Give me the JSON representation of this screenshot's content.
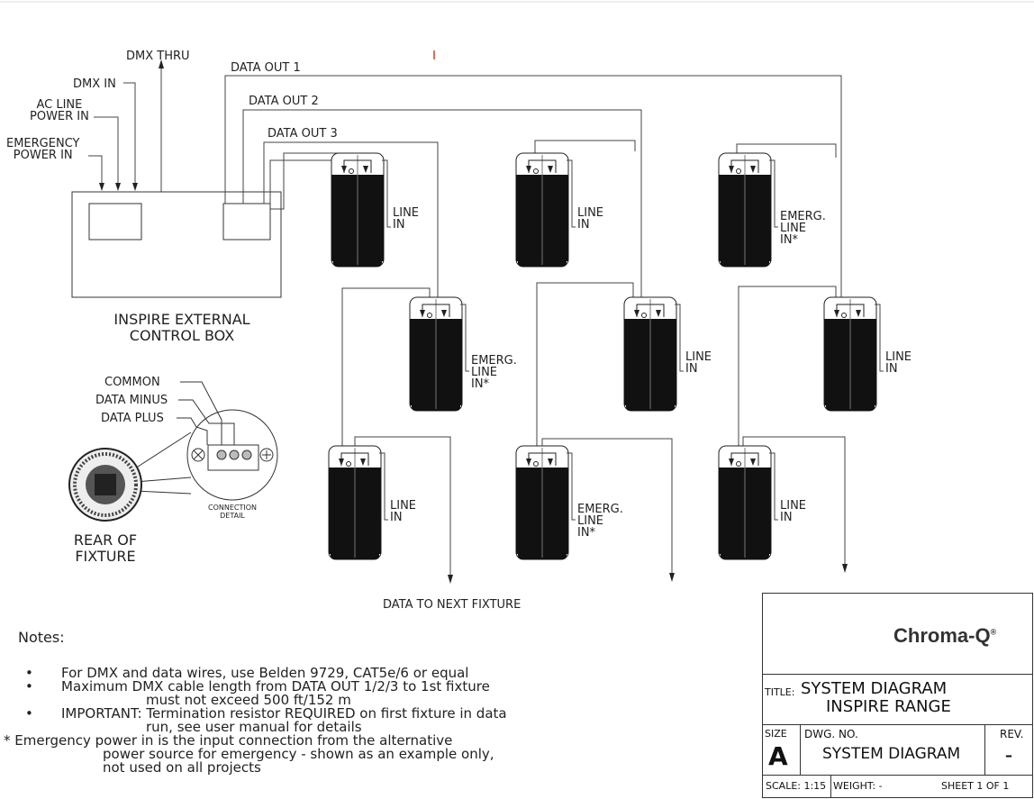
{
  "inputs": {
    "dmx_thru": "DMX THRU",
    "dmx_in": "DMX IN",
    "ac_line_power_in": [
      "AC LINE",
      "POWER IN"
    ],
    "emergency_power_in": [
      "EMERGENCY",
      "POWER IN"
    ]
  },
  "outputs": {
    "data_out_1": "DATA OUT 1",
    "data_out_2": "DATA OUT 2",
    "data_out_3": "DATA OUT 3"
  },
  "control_box": {
    "label": [
      "INSPIRE EXTERNAL",
      "CONTROL BOX"
    ]
  },
  "fixture_labels": {
    "line_in": [
      "LINE",
      "IN"
    ],
    "emerg_line_in": [
      "EMERG.",
      "LINE",
      "IN*"
    ]
  },
  "fixtures": [
    {
      "row": 1,
      "col": 1,
      "label": "line_in"
    },
    {
      "row": 1,
      "col": 2,
      "label": "line_in"
    },
    {
      "row": 1,
      "col": 3,
      "label": "emerg_line_in"
    },
    {
      "row": 2,
      "col": 1,
      "label": "emerg_line_in"
    },
    {
      "row": 2,
      "col": 2,
      "label": "line_in"
    },
    {
      "row": 2,
      "col": 3,
      "label": "line_in"
    },
    {
      "row": 3,
      "col": 1,
      "label": "line_in"
    },
    {
      "row": 3,
      "col": 2,
      "label": "emerg_line_in"
    },
    {
      "row": 3,
      "col": 3,
      "label": "line_in"
    }
  ],
  "connection": {
    "common": "COMMON",
    "data_minus": "DATA MINUS",
    "data_plus": "DATA PLUS",
    "detail": [
      "CONNECTION",
      "DETAIL"
    ],
    "rear": [
      "REAR OF",
      "FIXTURE"
    ]
  },
  "data_to_next": "DATA TO NEXT FIXTURE",
  "notes": {
    "heading": "Notes:",
    "items": [
      {
        "bullet": "•",
        "lines": [
          "For DMX and data wires, use Belden 9729, CAT5e/6 or equal"
        ]
      },
      {
        "bullet": "•",
        "lines": [
          "Maximum DMX cable length from DATA OUT 1/2/3 to 1st fixture",
          "must not exceed 500 ft/152 m"
        ]
      },
      {
        "bullet": "•",
        "lines": [
          "IMPORTANT: Termination resistor REQUIRED on first fixture in data",
          "run, see user manual for details"
        ]
      }
    ],
    "footnote": [
      "* Emergency power in is the input connection from the alternative",
      "power source for emergency - shown as an example only,",
      "not used on all projects"
    ]
  },
  "title_block": {
    "brand": "Chroma-Q",
    "brand_mark": "®",
    "logo_icon": "chroma-q-logo-icon",
    "title_prefix": "TITLE:",
    "title_lines": [
      "SYSTEM DIAGRAM",
      "INSPIRE RANGE"
    ],
    "size_label": "SIZE",
    "size_value": "A",
    "dwg_no_label": "DWG. NO.",
    "dwg_no_value": "SYSTEM DIAGRAM",
    "rev_label": "REV.",
    "rev_value": "–",
    "scale": "SCALE: 1:15",
    "weight": "WEIGHT: -",
    "sheet": "SHEET 1 OF 1"
  }
}
